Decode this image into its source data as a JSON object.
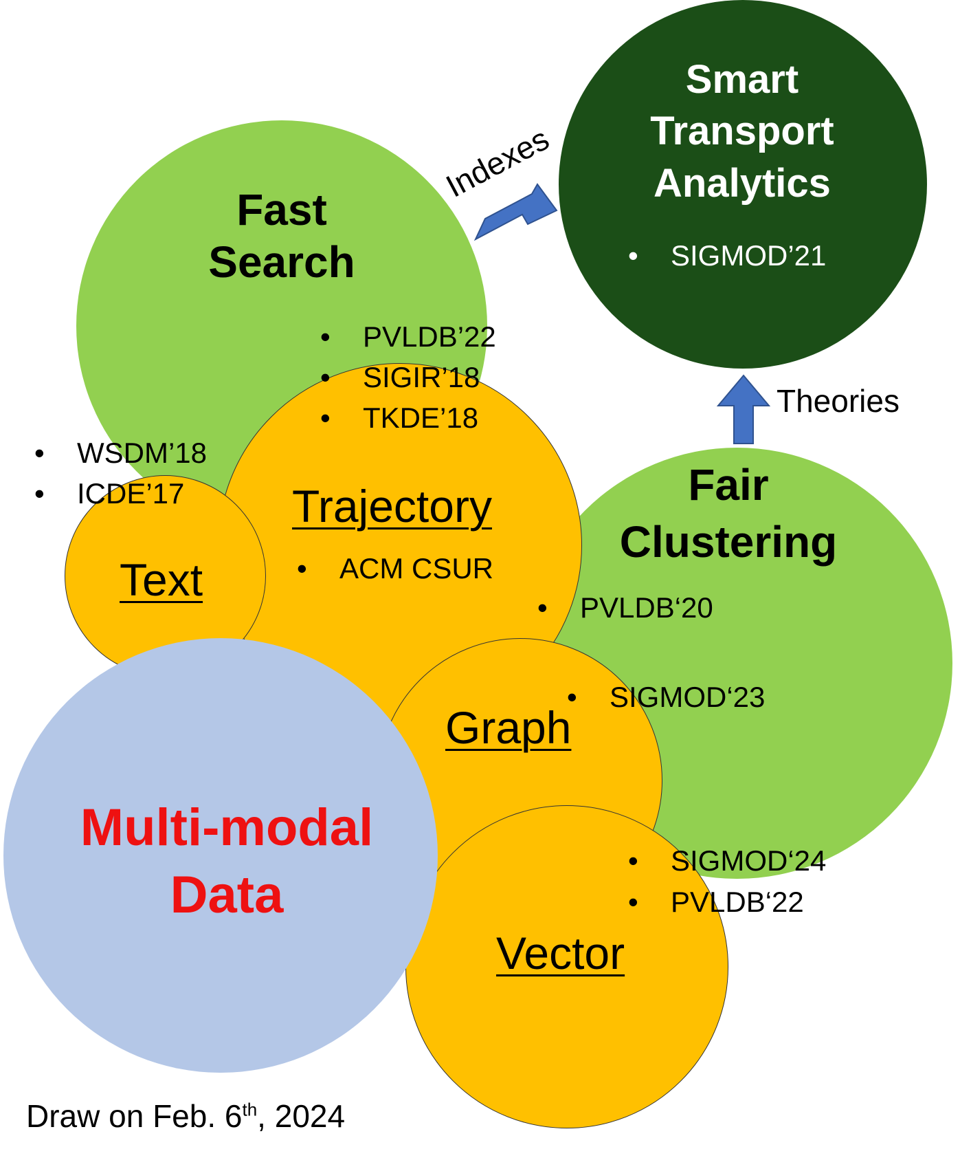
{
  "colors": {
    "light_green": "#92d050",
    "dark_green": "#1b4e17",
    "orange": "#ffc000",
    "light_blue": "#b4c7e7",
    "arrow_blue": "#4472c4",
    "arrow_outline": "#2f528f",
    "red": "#ee1111"
  },
  "fast_search": {
    "title_line1": "Fast",
    "title_line2": "Search",
    "pubs": [
      "PVLDB’22",
      "SIGIR’18",
      "TKDE’18"
    ]
  },
  "smart_transport": {
    "title_line1": "Smart",
    "title_line2": "Transport",
    "title_line3": "Analytics",
    "pubs": [
      "SIGMOD’21"
    ]
  },
  "fair_clustering": {
    "title_line1": "Fair",
    "title_line2": "Clustering",
    "pub_1": "PVLDB‘20",
    "pub_2": "SIGMOD‘23"
  },
  "trajectory": {
    "label": "Trajectory",
    "pubs": [
      "ACM CSUR"
    ]
  },
  "text": {
    "label": "Text",
    "pubs": [
      "WSDM’18",
      "ICDE’17"
    ]
  },
  "graph": {
    "label": "Graph"
  },
  "vector": {
    "label": "Vector",
    "pubs": [
      "SIGMOD‘24",
      "PVLDB‘22"
    ]
  },
  "multimodal": {
    "title_line1": "Multi-modal",
    "title_line2": "Data"
  },
  "arrows": {
    "indexes": "Indexes",
    "theories": "Theories"
  },
  "footnote": {
    "prefix": "Draw on Feb. 6",
    "superscript": "th",
    "suffix": ", 2024"
  }
}
